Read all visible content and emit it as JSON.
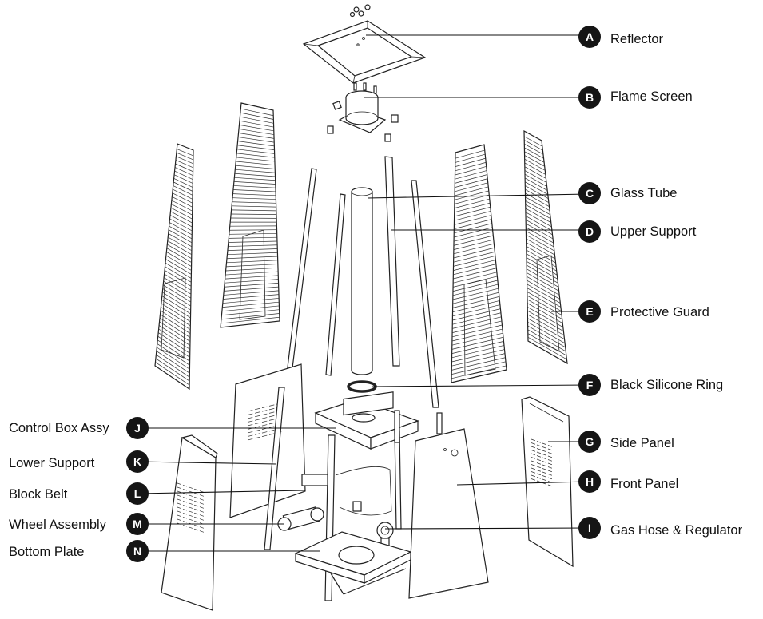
{
  "parts": [
    {
      "letter": "A",
      "label": "Reflector"
    },
    {
      "letter": "B",
      "label": "Flame Screen"
    },
    {
      "letter": "C",
      "label": "Glass Tube"
    },
    {
      "letter": "D",
      "label": "Upper Support"
    },
    {
      "letter": "E",
      "label": "Protective Guard"
    },
    {
      "letter": "F",
      "label": "Black Silicone Ring"
    },
    {
      "letter": "G",
      "label": "Side Panel"
    },
    {
      "letter": "H",
      "label": "Front Panel"
    },
    {
      "letter": "I",
      "label": "Gas Hose & Regulator"
    },
    {
      "letter": "J",
      "label": "Control Box Assy"
    },
    {
      "letter": "K",
      "label": "Lower Support"
    },
    {
      "letter": "L",
      "label": "Block Belt"
    },
    {
      "letter": "M",
      "label": "Wheel Assembly"
    },
    {
      "letter": "N",
      "label": "Bottom Plate"
    }
  ]
}
